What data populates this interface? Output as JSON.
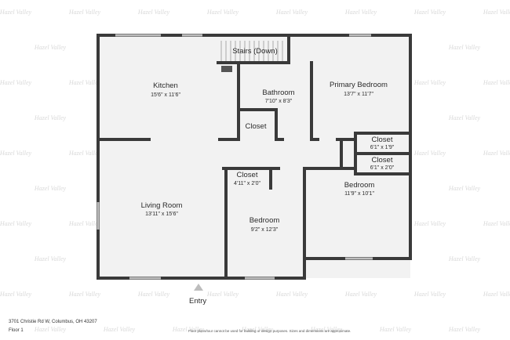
{
  "plan": {
    "rooms": {
      "kitchen": {
        "name": "Kitchen",
        "dims": "15'6\" x 11'6\""
      },
      "stairs": {
        "name": "Stairs (Down)"
      },
      "bathroom": {
        "name": "Bathroom",
        "dims": "7'10\" x 8'3\""
      },
      "primary_bedroom": {
        "name": "Primary Bedroom",
        "dims": "13'7\" x 11'7\""
      },
      "closet_hall": {
        "name": "Closet"
      },
      "closet_primary_1": {
        "name": "Closet",
        "dims": "6'1\" x 1'9\""
      },
      "closet_primary_2": {
        "name": "Closet",
        "dims": "6'1\" x 2'0\""
      },
      "closet_bedroom": {
        "name": "Closet",
        "dims": "4'11\" x 2'0\""
      },
      "living_room": {
        "name": "Living Room",
        "dims": "13'11\" x 15'6\""
      },
      "bedroom_middle": {
        "name": "Bedroom",
        "dims": "9'2\" x 12'3\""
      },
      "bedroom_right": {
        "name": "Bedroom",
        "dims": "11'9\" x 10'1\""
      }
    },
    "entry_label": "Entry",
    "address": "3701 Christie Rd W, Columbus, OH 43207",
    "floor_label": "Floor 1",
    "disclaimer": "Floor plans/tour cannot be used for building or design purposes. Sizes and dimensions are approximate.",
    "watermark": "Hazel Valley",
    "colors": {
      "wall": "#3a3a3a",
      "floor": "#f2f2f2",
      "text": "#2b2b2b",
      "watermark": "#d9d9d9"
    }
  }
}
